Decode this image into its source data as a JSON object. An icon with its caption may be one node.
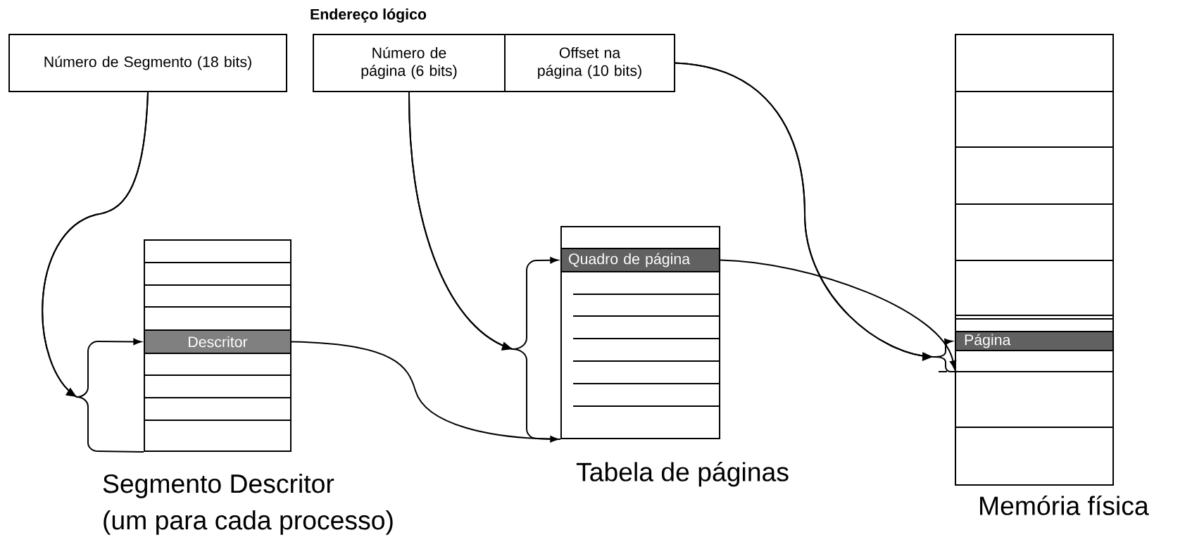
{
  "diagram": {
    "title": "Endereço lógico",
    "nodes": [
      {
        "text": [
          "Número de Segmento (18 bits)"
        ]
      },
      {
        "text": [
          "Número de página (6 bits)"
        ]
      },
      {
        "text": [
          "Offset na página (10 bits)"
        ]
      },
      {
        "text": [],
        "shape": "box",
        "beside": [
          "Segmento Descritor",
          "(um para cada processo)"
        ]
      },
      {
        "text": [
          "Descritor"
        ],
        "in": 3
      },
      {
        "text": [],
        "shape": "box",
        "beside": [
          "Tabela de páginas"
        ]
      },
      {
        "text": [
          "Quadro de página"
        ],
        "in": 5
      },
      {
        "text": [],
        "shape": "box",
        "beside": [
          "Memória física"
        ]
      },
      {
        "text": [
          "Página"
        ],
        "in": 7
      }
    ],
    "edges": [
      {
        "from": 0,
        "to": 4,
        "arrow": "to"
      },
      {
        "from": 1,
        "to": 6,
        "arrow": "to"
      },
      {
        "from": 4,
        "to": 5,
        "arrow": "to"
      },
      {
        "from": 6,
        "to": 7,
        "arrow": "to"
      },
      {
        "from": 2,
        "to": 8,
        "arrow": "to"
      },
      {
        "from": 0,
        "to": 3,
        "arrow": "none"
      },
      {
        "from": 1,
        "to": 5,
        "arrow": "none"
      },
      {
        "from": 2,
        "to": 7,
        "arrow": "none"
      }
    ]
  }
}
